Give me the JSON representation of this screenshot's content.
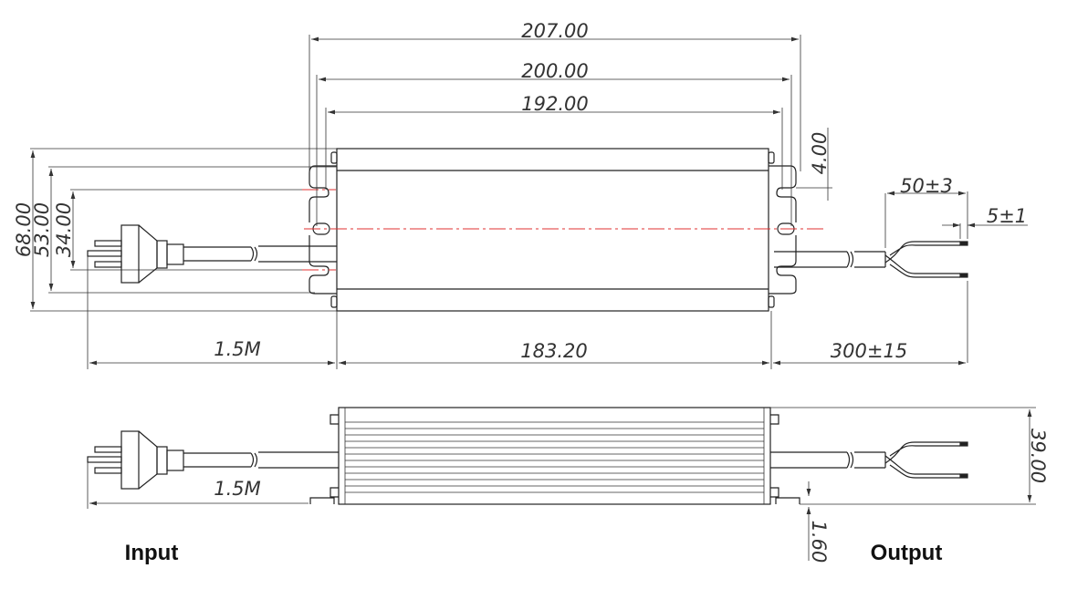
{
  "top_view": {
    "dims": {
      "overall_length": "207.00",
      "mounting_length": "200.00",
      "inner_length": "192.00",
      "flange_offset": "4.00",
      "height_overall": "68.00",
      "height_mid": "53.00",
      "height_inner": "34.00",
      "input_cable": "1.5M",
      "body_length": "183.20",
      "output_cable": "300±15",
      "wire_split": "50±3",
      "wire_strip": "5±1"
    }
  },
  "side_view": {
    "dims": {
      "input_cable": "1.5M",
      "thickness": "39.00",
      "flange_thickness": "1.60"
    }
  },
  "labels": {
    "input": "Input",
    "output": "Output"
  }
}
